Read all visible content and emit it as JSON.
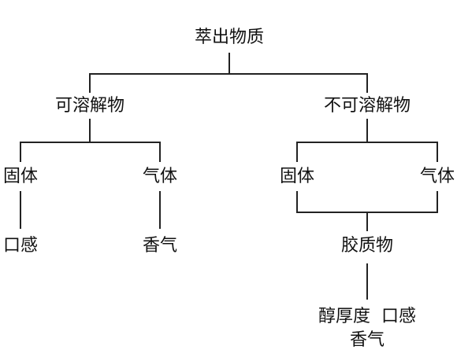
{
  "tree": {
    "root": {
      "label": "萃出物质"
    },
    "soluble": {
      "label": "可溶解物"
    },
    "insoluble": {
      "label": "不可溶解物"
    },
    "soluble_solid": {
      "label": "固体"
    },
    "soluble_gas": {
      "label": "气体"
    },
    "soluble_solid_result": {
      "label": "口感"
    },
    "soluble_gas_result": {
      "label": "香气"
    },
    "insoluble_solid": {
      "label": "固体"
    },
    "insoluble_gas": {
      "label": "气体"
    },
    "colloid": {
      "label": "胶质物"
    },
    "colloid_result": {
      "line1": "醇厚度  口感",
      "line2": "香气"
    }
  },
  "colors": {
    "line": "#222222",
    "text": "#111111",
    "background": "#ffffff"
  }
}
